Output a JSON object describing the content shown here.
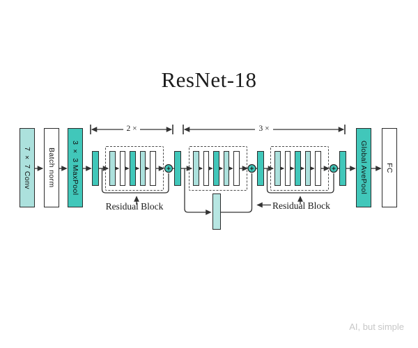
{
  "title": "ResNet-18",
  "diagram": {
    "stem_blocks": {
      "conv": "7 × 7 Conv",
      "batch_norm": "Batch norm",
      "maxpool": "3 × 3 MaxPool"
    },
    "head_blocks": {
      "avepool": "Global AvePool",
      "fc": "FC"
    },
    "repeat_annotations": {
      "group1": "2 ×",
      "group2": "3 ×"
    },
    "residual_labels": {
      "first": "Residual Block",
      "second": "Residual Block"
    },
    "residual_block_layer_pattern": [
      "light-teal",
      "white",
      "teal",
      "light-teal",
      "white"
    ],
    "add_node": "circled-plus",
    "colors": {
      "teal": "#41c7ba",
      "light_teal": "#ace1dd",
      "skip_conv_teal": "#b7e6e2",
      "white": "#ffffff",
      "outline": "#2b2b2b",
      "wire": "#333333",
      "dashed_outline": "#4a4a4a",
      "title_text": "#1c1c1c",
      "watermark_text": "#c7c7c7"
    }
  },
  "watermark": "AI, but simple"
}
